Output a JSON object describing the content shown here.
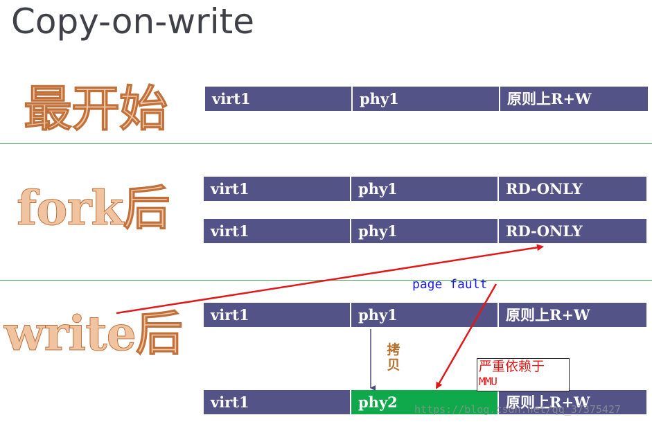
{
  "title": "Copy-on-write",
  "sections": {
    "initial": {
      "label": "最开始",
      "rows": [
        {
          "virt": "virt1",
          "phy": "phy1",
          "perm": "原则上R+W"
        }
      ]
    },
    "after_fork": {
      "label": "fork后",
      "rows": [
        {
          "virt": "virt1",
          "phy": "phy1",
          "perm": "RD-ONLY"
        },
        {
          "virt": "virt1",
          "phy": "phy1",
          "perm": "RD-ONLY"
        }
      ]
    },
    "after_write": {
      "label": "write后",
      "rows": [
        {
          "virt": "virt1",
          "phy": "phy1",
          "perm": "原则上R+W"
        },
        {
          "virt": "virt1",
          "phy": "phy2",
          "perm": "原则上R+W"
        }
      ]
    }
  },
  "annotations": {
    "page_fault": "page fault",
    "copy": "拷贝",
    "mmu_line1": "严重依赖于",
    "mmu_line2": "MMU"
  },
  "watermark": "https://blog.csdn.net/qq_37375427",
  "colors": {
    "cell_bg": "#545387",
    "highlight_cell": "#0fa84a",
    "arrow_red": "#e01818",
    "label_fill": "#f0c4a0",
    "divider": "#44a860"
  }
}
